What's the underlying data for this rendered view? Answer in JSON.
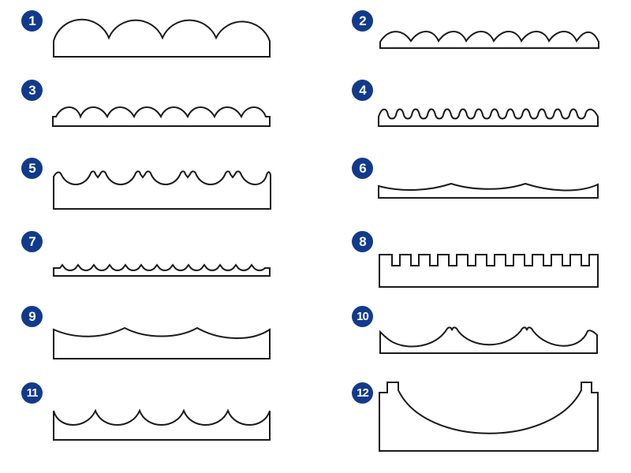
{
  "colors": {
    "badge": "#123a8c",
    "outline": "#1a1a1a",
    "background": "#ffffff"
  },
  "profiles": [
    {
      "number": "1"
    },
    {
      "number": "2"
    },
    {
      "number": "3"
    },
    {
      "number": "4"
    },
    {
      "number": "5"
    },
    {
      "number": "6"
    },
    {
      "number": "7"
    },
    {
      "number": "8"
    },
    {
      "number": "9"
    },
    {
      "number": "10"
    },
    {
      "number": "11"
    },
    {
      "number": "12"
    }
  ]
}
